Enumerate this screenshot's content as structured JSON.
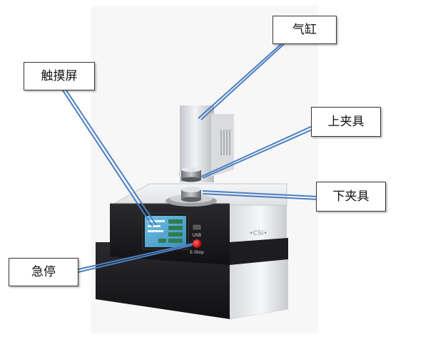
{
  "labels": {
    "cylinder": "气缸",
    "touchscreen": "触摸屏",
    "upper_clamp": "上夹具",
    "lower_clamp": "下夹具",
    "emergency_stop": "急停"
  },
  "device_text": {
    "usb": "USB",
    "estop": "E-Stop",
    "brand": "•CSI•"
  },
  "colors": {
    "leader_line": "#4a7fc1",
    "estop_button": "#e01818",
    "screen": "#5fb0d8"
  }
}
